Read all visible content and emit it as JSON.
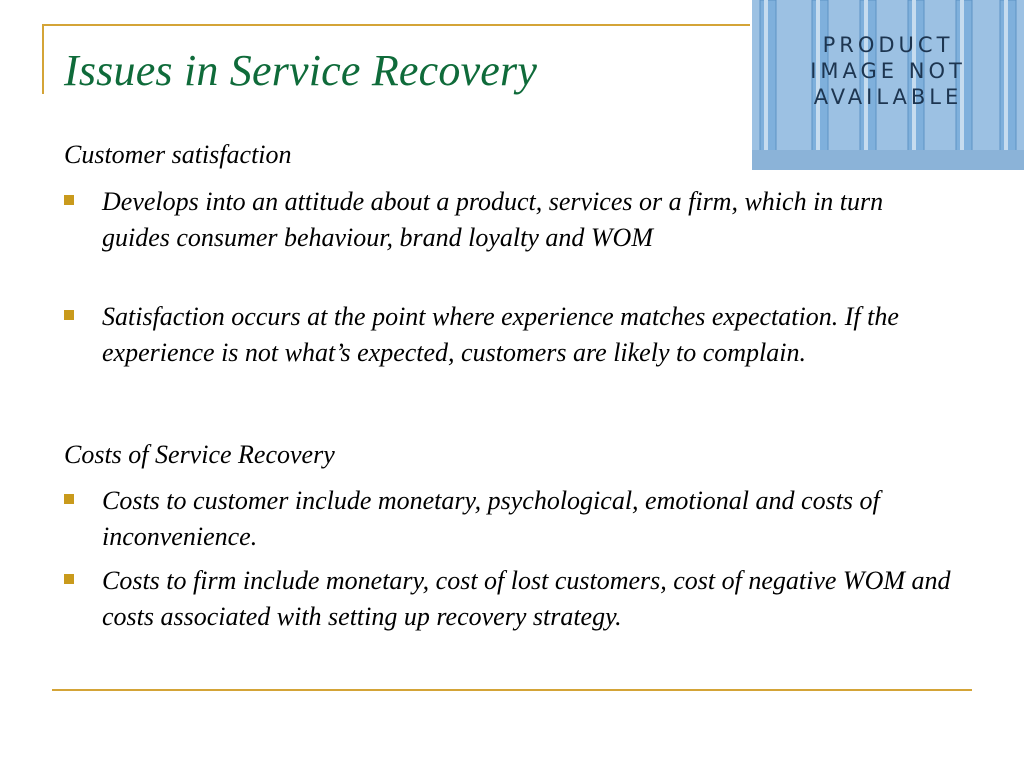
{
  "slide": {
    "title": "Issues in Service Recovery"
  },
  "product_image": {
    "line1": "PRODUCT",
    "line2": "IMAGE NOT",
    "line3": "AVAILABLE"
  },
  "sections": {
    "customer_satisfaction": {
      "heading": "Customer satisfaction",
      "bullets": [
        "Develops into an attitude about a product, services or a firm, which in turn guides consumer behaviour, brand loyalty and WOM",
        "Satisfaction occurs at the point where experience matches expectation.  If the experience is not what’s expected, customers are likely to complain."
      ]
    },
    "costs_of_recovery": {
      "heading": "Costs of Service Recovery",
      "bullets": [
        "Costs to customer include monetary, psychological, emotional and costs of inconvenience.",
        "Costs to firm include monetary, cost of lost customers, cost of negative WOM and costs associated with setting up recovery strategy."
      ]
    }
  },
  "colors": {
    "title": "#0f6b3a",
    "accent_gold": "#d4a437",
    "bullet": "#c99a1c"
  }
}
